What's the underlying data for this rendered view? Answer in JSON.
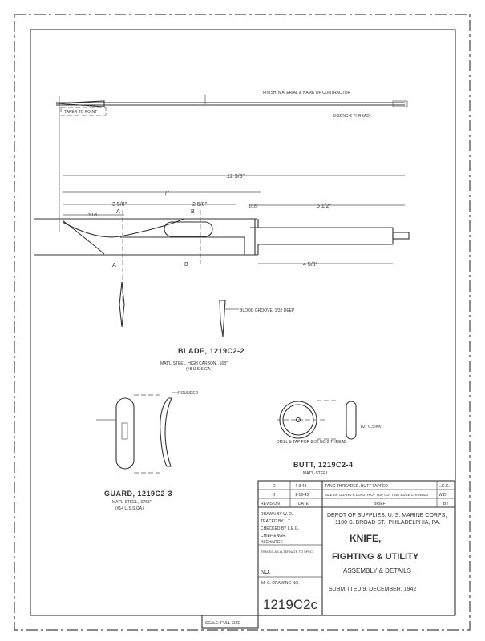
{
  "top_view": {
    "note": "FINISH, MATERIAL & NAME OF CONTRACTOR",
    "taper": "TAPER TO POINT",
    "thread": "8-32 NC-2 THREAD"
  },
  "dimensions": {
    "overall": "12 5/8\"",
    "blade": "7\"",
    "a1": "3 5/8\"",
    "a2": "2 1/8",
    "groove": "2 5/8\"",
    "tang_gap": "1/16\"",
    "tang": "5 1/2\"",
    "tang_lower": "4 5/8\""
  },
  "section_marks": {
    "a": "A",
    "b": "B"
  },
  "blade": {
    "groove_note": "BLOOD GROOVE, 1/32 DEEP",
    "title": "BLADE, 1219C2-2",
    "material": "MAT'L-STEEL, HIGH CARBON, .168\"",
    "gauge": "(#8 U.S.S.GA.)"
  },
  "guard": {
    "note": "ROUNDED",
    "title": "GUARD, 1219C2-3",
    "material": "MAT'L-STEEL, .0768\"",
    "gauge": "(#14 U.S.S.GA.)"
  },
  "butt": {
    "drill_note": "DRILL & TAP FOR 8-32 NC-2 THREAD",
    "csk": "82° C.SINK",
    "title": "BUTT, 1219C2-4",
    "material": "MAT'L-STEEL"
  },
  "revisions": [
    {
      "rev": "C",
      "date": "4-3-43",
      "brief": "TANG THREADED, BUTT TAPPED",
      "by": "L.E.G."
    },
    {
      "rev": "B",
      "date": "1-19-43",
      "brief": "SIZE OF GUARD & LENGTH OF TOP CUTTING EDGE CHANGED",
      "by": "W.D."
    }
  ],
  "revision_headers": {
    "rev": "REVISION",
    "date": "DATE",
    "brief": "BRIEF",
    "by": "BY"
  },
  "signoffs": {
    "drawn": "DRAWN BY W. D.",
    "traced": "TRACED BY I. T.",
    "checked": "CHECKED BY L.E.G.",
    "chief": "CHIEF ENGR.",
    "in_charge": "IN CHARGE",
    "ref": "TRACED AS ALTERNATE TO SPEC",
    "no": "NO."
  },
  "title_block": {
    "org_line1": "DEPOT OF SUPPLIES, U. S. MARINE CORPS,",
    "org_line2": "1100 S. BROAD ST., PHILADELPHIA, PA.",
    "title1": "KNIFE,",
    "title2": "FIGHTING & UTILITY",
    "subtitle": "ASSEMBLY & DETAILS",
    "submitted": "SUBMITTED 9, DECEMBER, 1942",
    "drawing_label": "M. C. DRAWING NO.",
    "drawing_no": "1219C2c",
    "scale": "SCALE: FULL SIZE"
  }
}
